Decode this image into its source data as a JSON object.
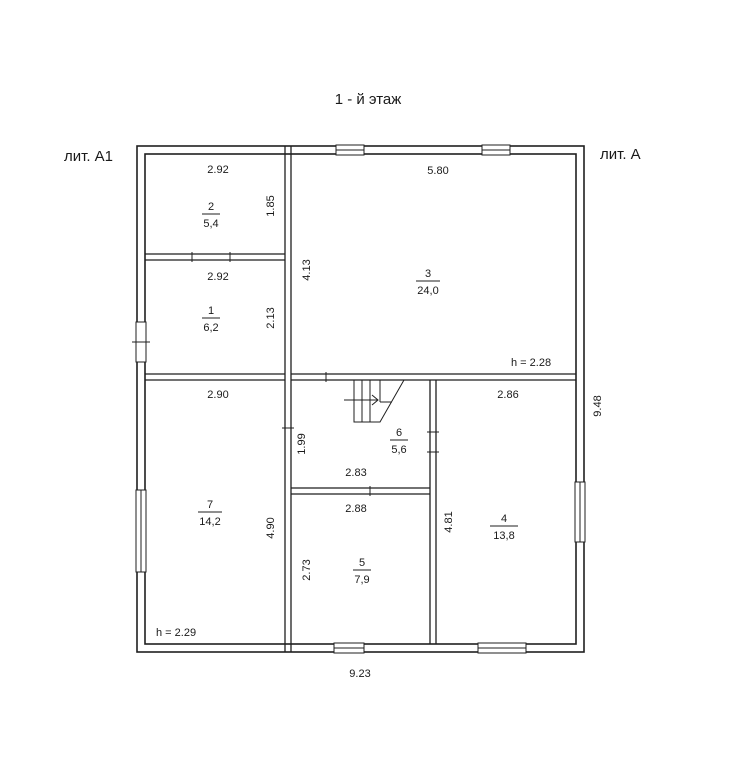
{
  "title": "1 - й этаж",
  "lit_left": "лит. А1",
  "lit_right": "лит. А",
  "rooms": [
    {
      "number": "2",
      "area": "5,4"
    },
    {
      "number": "1",
      "area": "6,2"
    },
    {
      "number": "7",
      "area": "14,2"
    },
    {
      "number": "3",
      "area": "24,0"
    },
    {
      "number": "6",
      "area": "5,6"
    },
    {
      "number": "5",
      "area": "7,9"
    },
    {
      "number": "4",
      "area": "13,8"
    }
  ],
  "dimensions": {
    "r2_width": "2.92",
    "r2_height": "1.85",
    "r1_width": "2.92",
    "r1_height": "2.13",
    "r7_width": "2.90",
    "r7_height": "4.90",
    "r3_width": "5.80",
    "r3_height": "4.13",
    "r6_width": "2.83",
    "r6_height": "1.99",
    "r5_width": "2.88",
    "r5_height": "2.73",
    "r4_width": "2.86",
    "r4_height": "4.81",
    "total_width": "9.23",
    "total_height": "9.48"
  },
  "heights": {
    "h_right": "h = 2.28",
    "h_left": "h = 2.29"
  }
}
